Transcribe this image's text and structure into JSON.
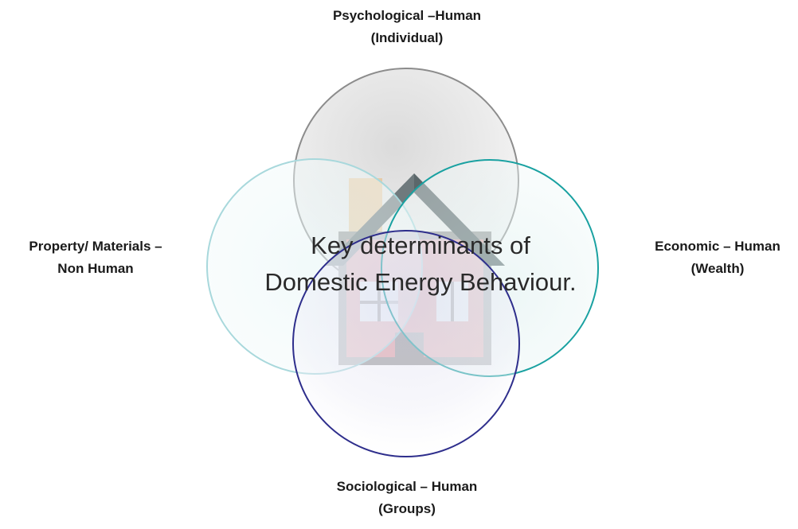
{
  "diagram": {
    "center_text": {
      "line1": "Key determinants of",
      "line2": "Domestic Energy Behaviour."
    },
    "labels": {
      "top": {
        "line1": "Psychological –Human",
        "line2": "(Individual)"
      },
      "left": {
        "line1": "Property/ Materials –",
        "line2": "Non Human"
      },
      "right": {
        "line1": "Economic – Human",
        "line2": "(Wealth)"
      },
      "bottom": {
        "line1": "Sociological – Human",
        "line2": "(Groups)"
      }
    },
    "circle_colors": {
      "top": "#8c8c8c",
      "left": "#a8d8dc",
      "right": "#19a1a1",
      "bottom": "#2e2e8c"
    },
    "house_colors": {
      "roof": "#6f7a7d",
      "wall": "#e2a1a3",
      "wall_edge": "#9a9a9a",
      "chimney": "#e6cba8",
      "window": "#f2f6fb"
    }
  }
}
